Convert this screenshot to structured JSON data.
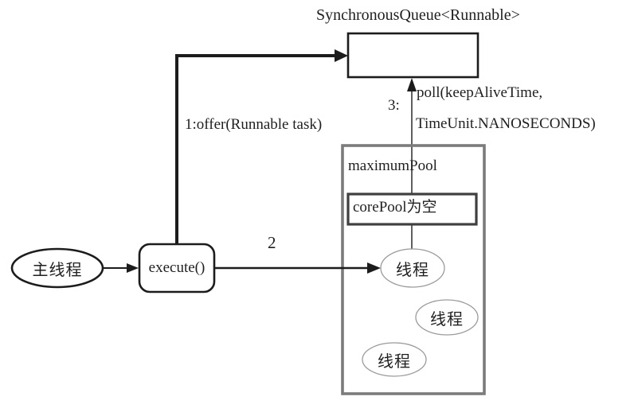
{
  "diagram": {
    "title": "SynchronousQueue<Runnable>",
    "nodes": {
      "main_thread": "主线程",
      "execute": "execute()",
      "maximum_pool": "maximumPool",
      "core_pool_empty": "corePool为空",
      "thread_1": "线程",
      "thread_2": "线程",
      "thread_3": "线程"
    },
    "edges": {
      "offer_label": "1:offer(Runnable task)",
      "step_2_label": "2",
      "step_3_label": "3:",
      "poll_label_line1": "poll(keepAliveTime,",
      "poll_label_line2": "TimeUnit.NANOSECONDS)"
    },
    "colors": {
      "bg": "#ffffff",
      "line": "#1c1c1c",
      "text": "#1f1f1f",
      "pool_border": "#7b7b7b",
      "core_border": "#3f3f3f",
      "thread_stroke": "#9b9b9b"
    }
  }
}
